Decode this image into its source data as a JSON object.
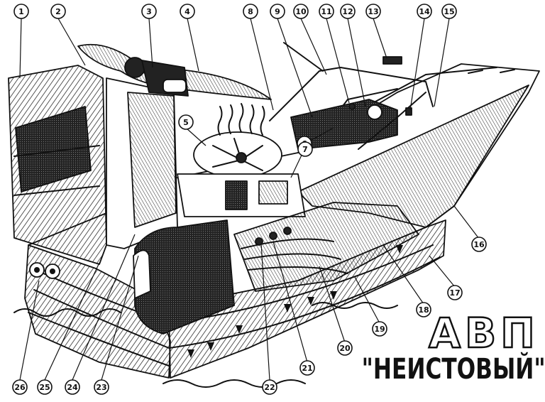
{
  "title": {
    "line1": "АВП",
    "line2": "\"НЕИСТОВЫЙ\""
  },
  "callouts": [
    "1",
    "2",
    "3",
    "4",
    "5",
    "6",
    "7",
    "8",
    "9",
    "10",
    "11",
    "12",
    "13",
    "14",
    "15",
    "16",
    "17",
    "18",
    "19",
    "20",
    "21",
    "22",
    "23",
    "24",
    "25",
    "26"
  ],
  "colors": {
    "ink": "#111111",
    "paper": "#ffffff"
  }
}
